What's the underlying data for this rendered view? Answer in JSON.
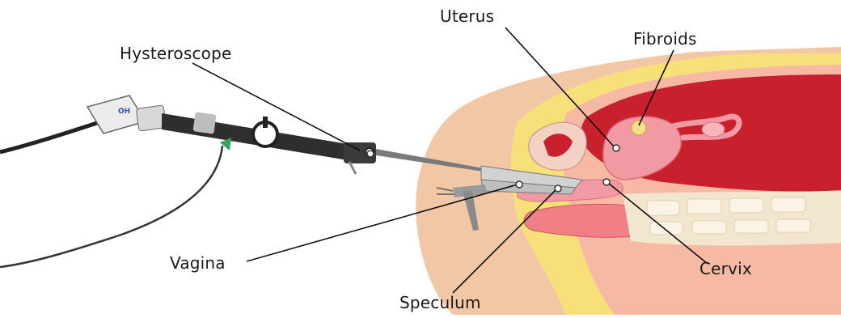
{
  "labels": {
    "uterus": "Uterus",
    "fibroids": "Fibroids",
    "hysteroscope": "Hysteroscope",
    "vagina": "Vagina",
    "cervix": "Cervix",
    "speculum": "Speculum"
  },
  "scope_badge": "OH",
  "colors": {
    "skin": "#f2c7a6",
    "fat": "#f7e07a",
    "uterus_wall": "#f19aa4",
    "cavity": "#c8202c",
    "instrument": "#2e2e2e",
    "metal": "#c9c9c9",
    "callout": "#111111"
  }
}
